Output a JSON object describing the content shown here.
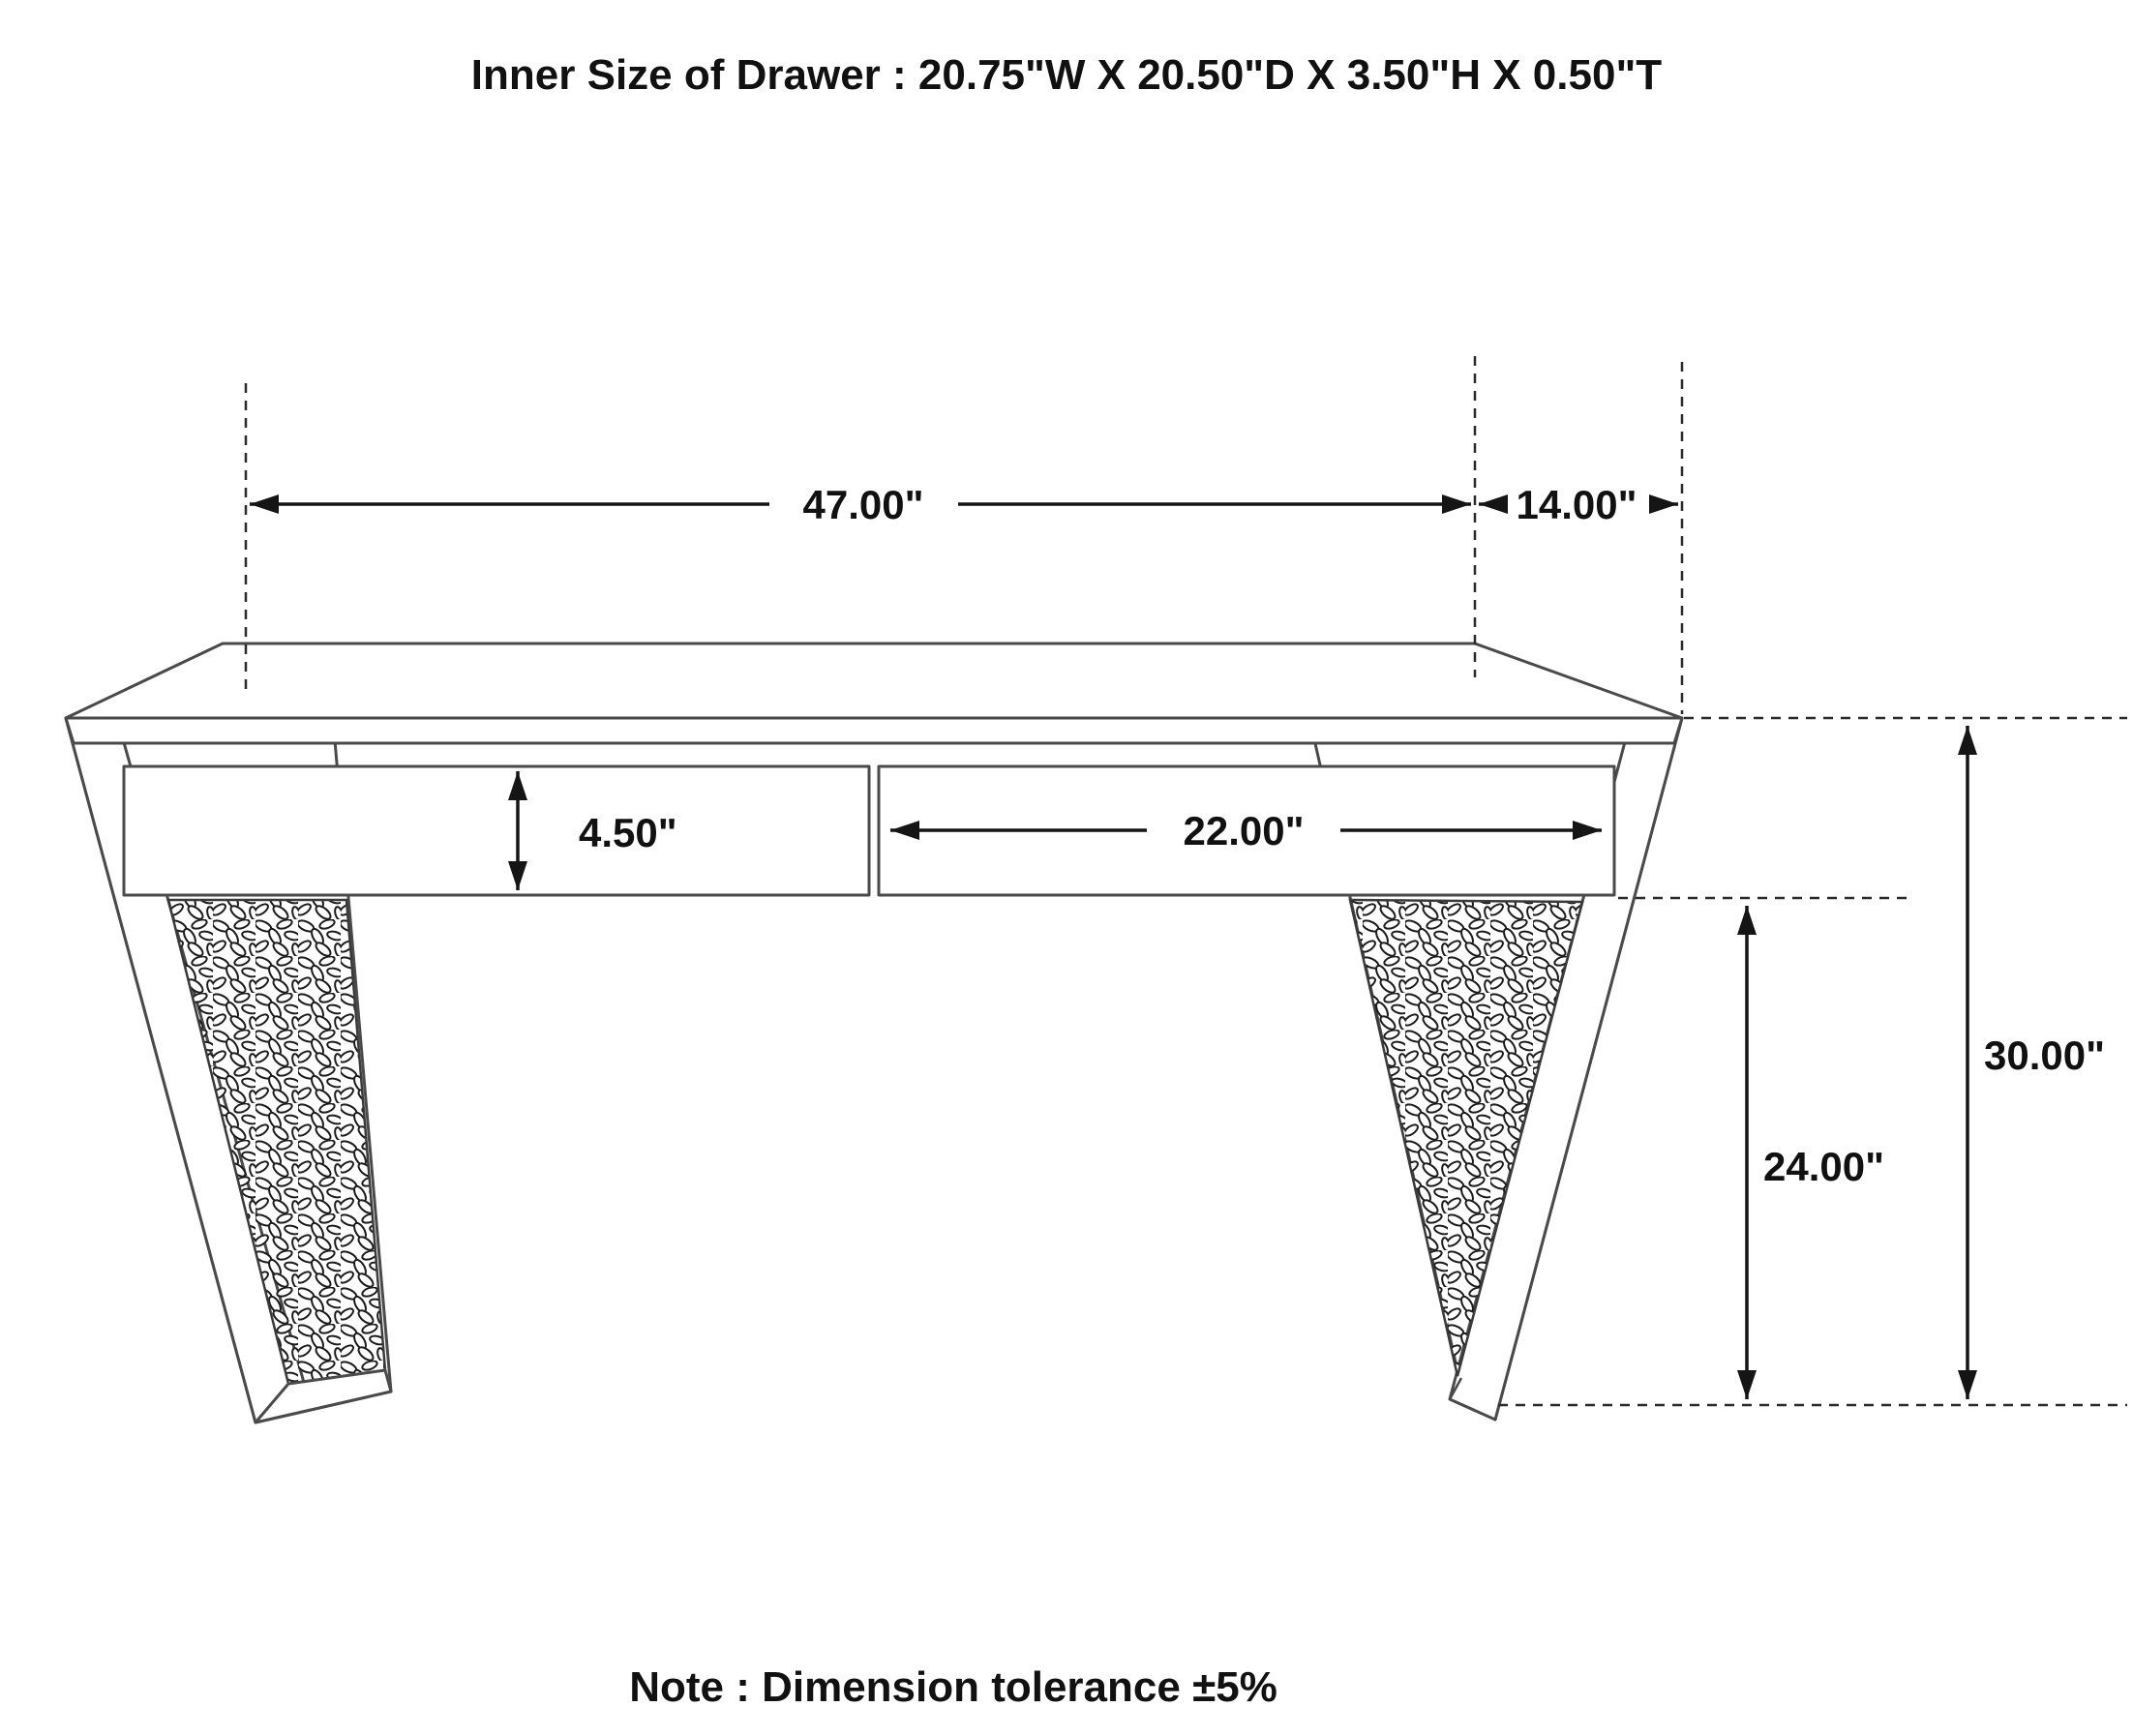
{
  "title": "Inner Size of Drawer : 20.75\"W X 20.50\"D X 3.50\"H X 0.50\"T",
  "note": "Note : Dimension tolerance ±5%",
  "dimensions": {
    "overall_width": "47.00\"",
    "side_depth": "14.00\"",
    "drawer_front_height": "4.50\"",
    "drawer_front_width": "22.00\"",
    "overall_height": "30.00\"",
    "leg_clearance_height": "24.00\""
  },
  "colors": {
    "line": "#151515",
    "desk_outline": "#4a4a4a",
    "text": "#111111",
    "background": "#ffffff"
  }
}
